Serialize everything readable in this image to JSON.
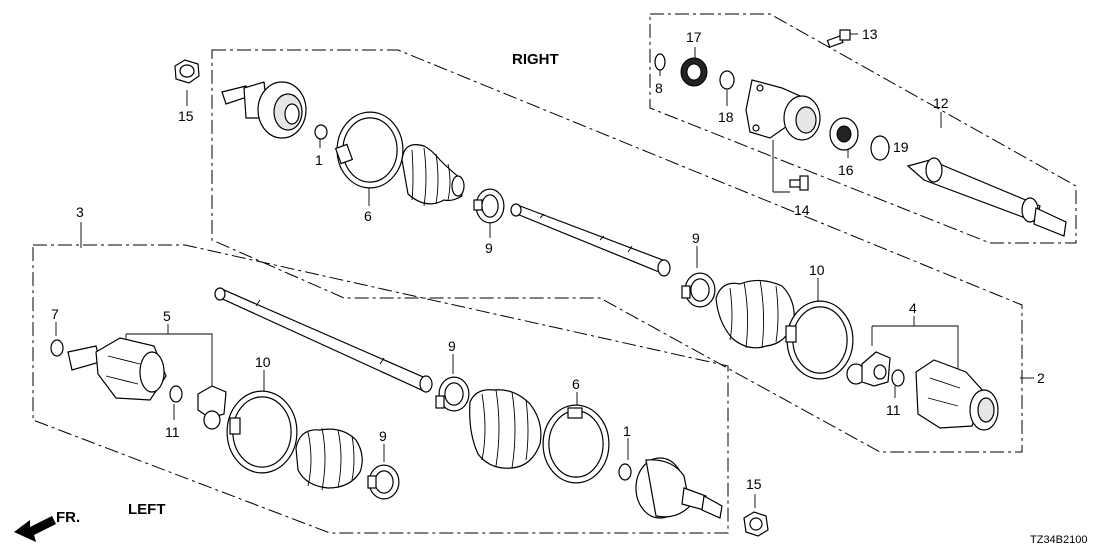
{
  "headings": {
    "right": "RIGHT",
    "left": "LEFT",
    "front_arrow": "FR."
  },
  "diagram_code": "TZ34B2100",
  "callouts": {
    "c1a": "1",
    "c1b": "1",
    "c2": "2",
    "c3": "3",
    "c4": "4",
    "c5": "5",
    "c6a": "6",
    "c6b": "6",
    "c7": "7",
    "c8": "8",
    "c9a": "9",
    "c9b": "9",
    "c9c": "9",
    "c9d": "9",
    "c10a": "10",
    "c10b": "10",
    "c11a": "11",
    "c11b": "11",
    "c12": "12",
    "c13": "13",
    "c14": "14",
    "c15a": "15",
    "c15b": "15",
    "c16": "16",
    "c17": "17",
    "c18": "18",
    "c19": "19"
  }
}
